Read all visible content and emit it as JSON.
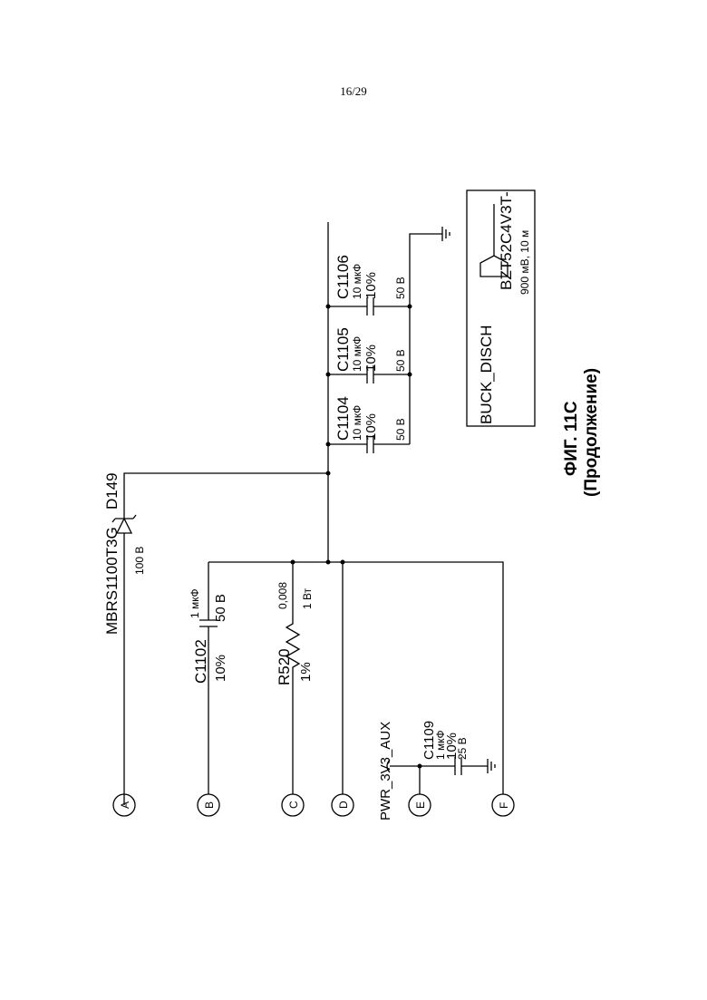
{
  "page_number": "16/29",
  "figure": {
    "title": "ФИГ. 11С",
    "subtitle": "(Продолжение)"
  },
  "connectors": [
    "A",
    "B",
    "C",
    "D",
    "E",
    "F"
  ],
  "components": {
    "d149": {
      "ref": "D149",
      "part": "MBRS1100T3G",
      "voltage": "100 В"
    },
    "c1102": {
      "ref": "C1102",
      "value": "1 мкФ",
      "tolerance": "10%",
      "voltage": "50 В"
    },
    "r520": {
      "ref": "R520",
      "value": "0,008",
      "tolerance": "1%",
      "power": "1 Вт"
    },
    "c1104": {
      "ref": "C1104",
      "value": "10 мкФ",
      "tolerance": "10%",
      "voltage": "50 В"
    },
    "c1105": {
      "ref": "C1105",
      "value": "10 мкФ",
      "tolerance": "10%",
      "voltage": "50 В"
    },
    "c1106": {
      "ref": "C1106",
      "value": "10 мкФ",
      "tolerance": "10%",
      "voltage": "50 В"
    },
    "c1109": {
      "ref": "C1109",
      "value": "1 мкФ",
      "tolerance": "10%",
      "voltage": "25 В"
    },
    "pwr": {
      "net": "PWR_3V3_AUX"
    },
    "buck": {
      "net": "BUCK_DISCH",
      "part": "BZT52C4V3T-",
      "spec": "900 мВ, 10 м"
    }
  }
}
